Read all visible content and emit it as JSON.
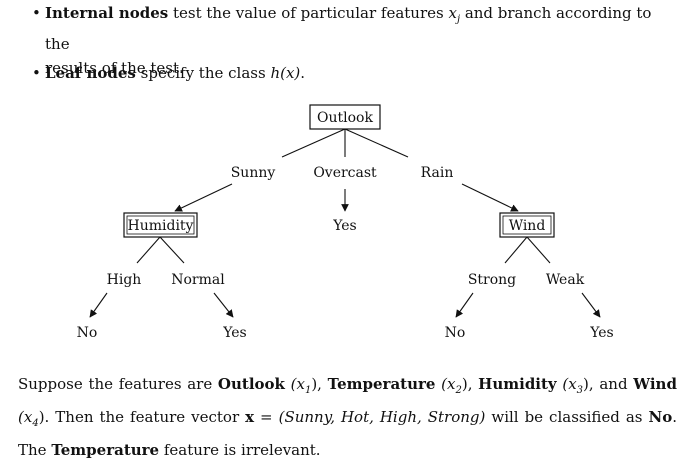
{
  "bullets": [
    {
      "bold": "Internal nodes",
      "text_before_var": " test the value of particular features ",
      "var": "x",
      "var_sub": "j",
      "text_after_var": " and branch according to the",
      "continuation": "results of the test."
    },
    {
      "bold": "Leaf nodes",
      "text": " specify the class ",
      "expr": "h(x)",
      "end": "."
    }
  ],
  "tree": {
    "root": {
      "label": "Outlook"
    },
    "root_edges": {
      "left": "Sunny",
      "middle": "Overcast",
      "right": "Rain"
    },
    "middle_leaf": "Yes",
    "left_node": {
      "label": "Humidity",
      "edge_left": "High",
      "edge_right": "Normal",
      "leaf_left": "No",
      "leaf_right": "Yes"
    },
    "right_node": {
      "label": "Wind",
      "edge_left": "Strong",
      "edge_right": "Weak",
      "leaf_left": "No",
      "leaf_right": "Yes"
    }
  },
  "paragraph": {
    "p1": "Suppose the features are ",
    "f1": "Outlook",
    "v1": "(x",
    "s1": "1",
    "c1": "), ",
    "f2": "Temperature",
    "v2": "(x",
    "s2": "2",
    "c2": "), ",
    "f3": "Humidity",
    "v3": "(x",
    "s3": "3",
    "c3": "), and ",
    "f4": "Wind",
    "v4": "(x",
    "s4": "4",
    "c4": "). Then the feature vector ",
    "vec": "x",
    "eq": " = ",
    "tuple": "(Sunny, Hot, High, Strong)",
    "p2": " will be classified as ",
    "cls": "No",
    "p3": ". The ",
    "f5": "Temperature",
    "p4": " feature is irrelevant."
  }
}
